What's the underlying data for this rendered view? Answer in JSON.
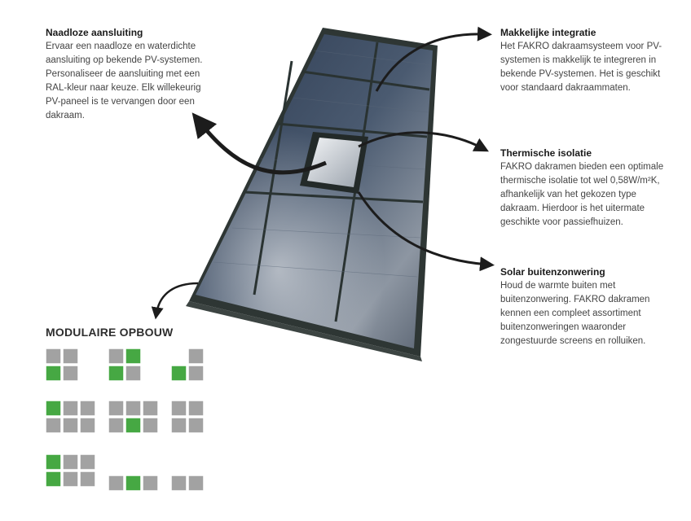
{
  "callouts": {
    "naadloze": {
      "title": "Naadloze aansluiting",
      "body": "Ervaar een naadloze en waterdichte aansluiting op bekende PV-systemen. Personaliseer de aansluiting met een RAL-kleur naar keuze. Elk willekeurig PV-paneel is te vervangen door een dakraam."
    },
    "integratie": {
      "title": "Makkelijke integratie",
      "body": "Het FAKRO dakraamsysteem voor PV-systemen is makkelijk te integreren in bekende PV-systemen. Het is geschikt voor standaard dakraammaten."
    },
    "isolatie": {
      "title": "Thermische isolatie",
      "body": "FAKRO dakramen bieden een optimale thermische isolatie tot wel 0,58W/m²K, afhankelijk van het gekozen type dakraam. Hierdoor is het uitermate geschikte voor passiefhuizen."
    },
    "zonwering": {
      "title": "Solar buitenzonwering",
      "body": "Houd de warmte buiten met buitenzonwering. FAKRO dakramen kennen een compleet assortiment buitenzonweringen waaronder zongestuurde screens en rolluiken."
    }
  },
  "modular": {
    "title": "MODULAIRE OPBOUW",
    "colors": {
      "panel": "#a2a2a2",
      "window": "#46a843"
    },
    "configs": [
      {
        "cols": 2,
        "cells": [
          "p",
          "p",
          "w",
          "p"
        ]
      },
      {
        "cols": 2,
        "cells": [
          "p",
          "w",
          "w",
          "p"
        ]
      },
      {
        "cols": 2,
        "cells": [
          "_",
          "p",
          "w",
          "p"
        ]
      },
      {
        "cols": 3,
        "cells": [
          "w",
          "p",
          "p",
          "p",
          "p",
          "p"
        ]
      },
      {
        "cols": 3,
        "cells": [
          "p",
          "p",
          "p",
          "p",
          "w",
          "p"
        ]
      },
      {
        "cols": 2,
        "cells": [
          "p",
          "p",
          "p",
          "p"
        ]
      },
      {
        "cols": 3,
        "cells": [
          "w",
          "p",
          "p",
          "w",
          "p",
          "p"
        ]
      },
      {
        "cols": 3,
        "cells": [
          "p",
          "w",
          "p"
        ]
      },
      {
        "cols": 2,
        "cells": [
          "p",
          "p"
        ]
      }
    ]
  }
}
